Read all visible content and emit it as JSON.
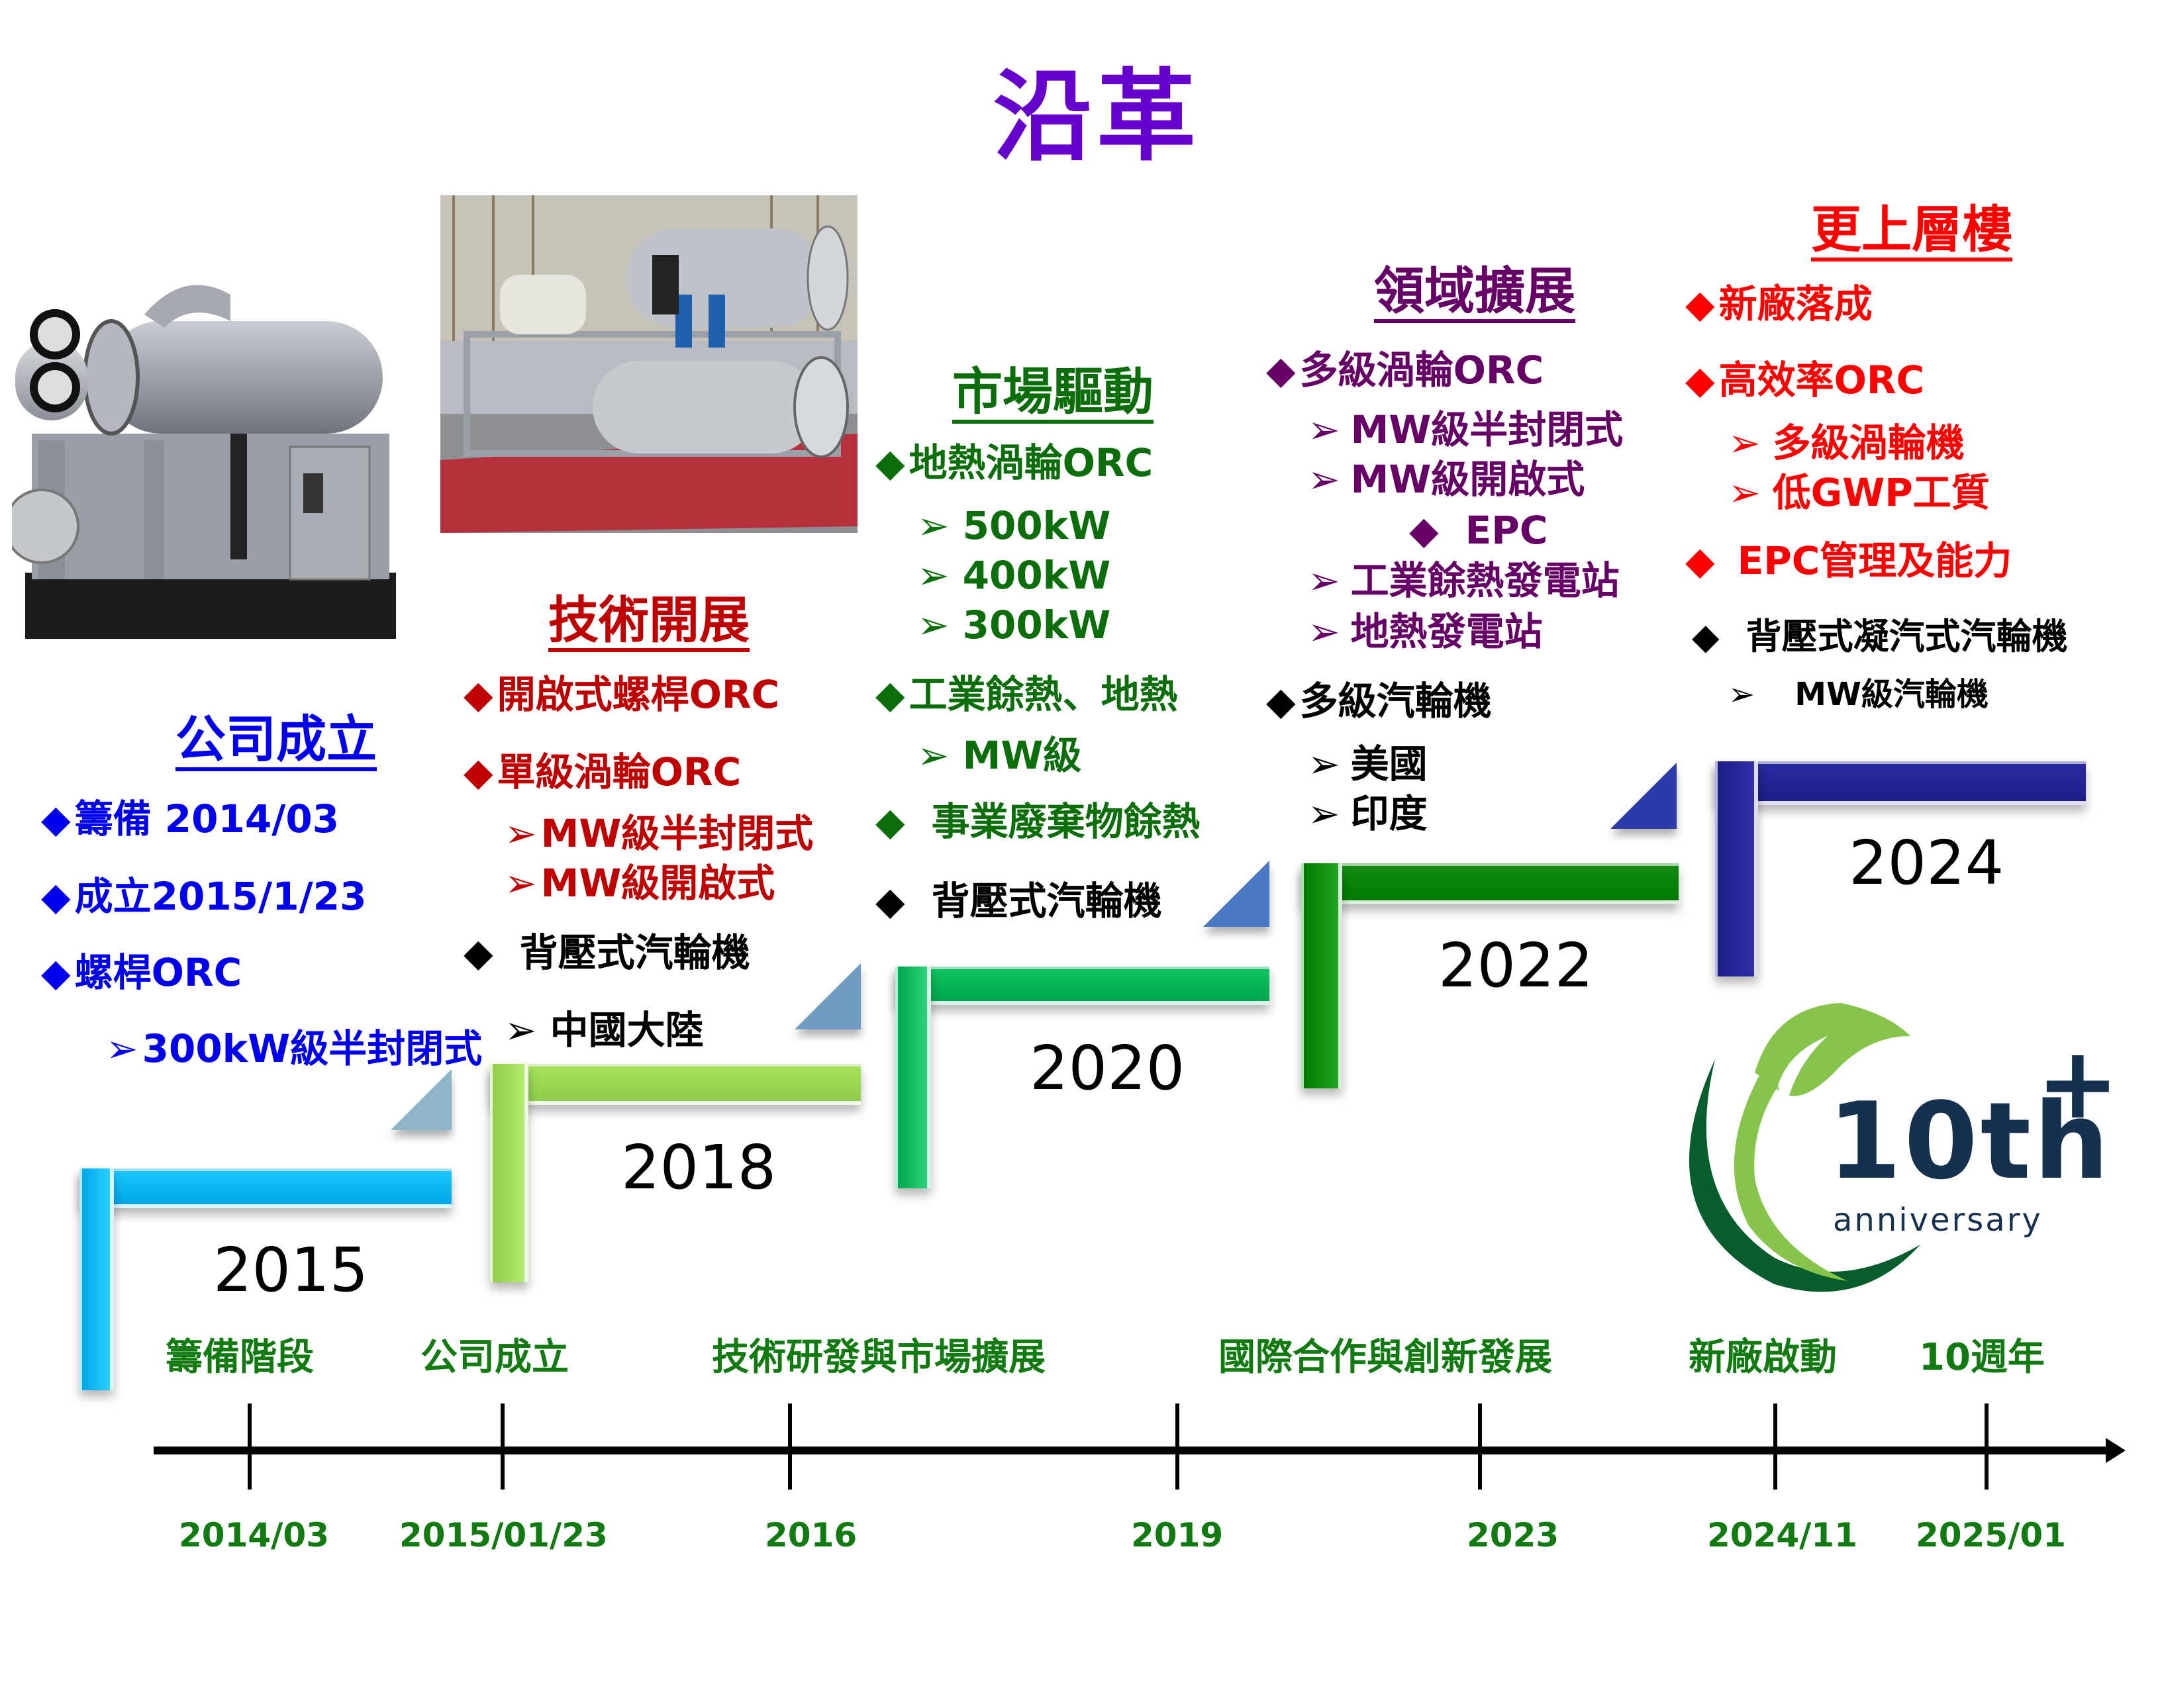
{
  "title": "沿革",
  "colors": {
    "title": "#6600CC",
    "founding": "#0000EE",
    "tech": "#C00000",
    "market": "#0B6E0B",
    "expansion": "#660066",
    "higher": "#FF0000",
    "black": "#000000",
    "timeline_green": "#117A11",
    "step_2015": "#00B0F0",
    "step_2018": "#92D050",
    "step_2020": "#00B050",
    "step_2022": "#008000",
    "step_2024": "#1F1F8F"
  },
  "sections": {
    "founding": {
      "title": "公司成立",
      "items": [
        {
          "marker": "◆",
          "text": "籌備  2014/03"
        },
        {
          "marker": "◆",
          "text": "成立2015/1/23"
        },
        {
          "marker": "◆",
          "text": "螺桿ORC"
        },
        {
          "marker": "➢",
          "text": "300kW級半封閉式"
        }
      ]
    },
    "tech": {
      "title": "技術開展",
      "items": [
        {
          "marker": "◆",
          "text": "開啟式螺桿ORC"
        },
        {
          "marker": "◆",
          "text": "單級渦輪ORC"
        },
        {
          "marker": "➢",
          "text": "MW級半封閉式"
        },
        {
          "marker": "➢",
          "text": "MW級開啟式"
        },
        {
          "marker": "◆",
          "text": "背壓式汽輪機"
        },
        {
          "marker": "➢",
          "text": "中國大陸"
        }
      ]
    },
    "market": {
      "title": "市場驅動",
      "items": [
        {
          "marker": "◆",
          "text": "地熱渦輪ORC"
        },
        {
          "marker": "➢",
          "text": "500kW"
        },
        {
          "marker": "➢",
          "text": "400kW"
        },
        {
          "marker": "➢",
          "text": "300kW"
        },
        {
          "marker": "◆",
          "text": "工業餘熱、地熱"
        },
        {
          "marker": "➢",
          "text": "MW級"
        },
        {
          "marker": "◆",
          "text": "事業廢棄物餘熱"
        },
        {
          "marker": "◆",
          "text": "背壓式汽輪機"
        }
      ]
    },
    "expansion": {
      "title": "領域擴展",
      "items": [
        {
          "marker": "◆",
          "text": "多級渦輪ORC"
        },
        {
          "marker": "➢",
          "text": "MW級半封閉式"
        },
        {
          "marker": "➢",
          "text": "MW級開啟式"
        },
        {
          "marker": "◆",
          "text": "EPC"
        },
        {
          "marker": "➢",
          "text": "工業餘熱發電站"
        },
        {
          "marker": "➢",
          "text": "地熱發電站"
        },
        {
          "marker": "◆",
          "text": "多級汽輪機"
        },
        {
          "marker": "➢",
          "text": "美國"
        },
        {
          "marker": "➢",
          "text": "印度"
        }
      ]
    },
    "higher": {
      "title": "更上層樓",
      "items": [
        {
          "marker": "◆",
          "text": "新廠落成"
        },
        {
          "marker": "◆",
          "text": "高效率ORC"
        },
        {
          "marker": "➢",
          "text": "多級渦輪機"
        },
        {
          "marker": "➢",
          "text": "低GWP工質"
        },
        {
          "marker": "◆",
          "text": "EPC管理及能力"
        },
        {
          "marker": "◆",
          "text": "背壓式凝汽式汽輪機"
        },
        {
          "marker": "➢",
          "text": "MW級汽輪機"
        }
      ]
    }
  },
  "steps": [
    {
      "year": "2015"
    },
    {
      "year": "2018"
    },
    {
      "year": "2020"
    },
    {
      "year": "2022"
    },
    {
      "year": "2024"
    }
  ],
  "timeline": {
    "phases": [
      "籌備階段",
      "公司成立",
      "技術研發與市場擴展",
      "國際合作與創新發展",
      "新廠啟動",
      "10週年"
    ],
    "dates": [
      "2014/03",
      "2015/01/23",
      "2016",
      "2019",
      "2023",
      "2024/11",
      "2025/01"
    ]
  },
  "badge": {
    "main": "10th",
    "plus": "+",
    "sub": "anniversary"
  },
  "images": {
    "photo1": "semi-hermetic ORC unit",
    "photo2": "open-type turbine ORC skid"
  }
}
